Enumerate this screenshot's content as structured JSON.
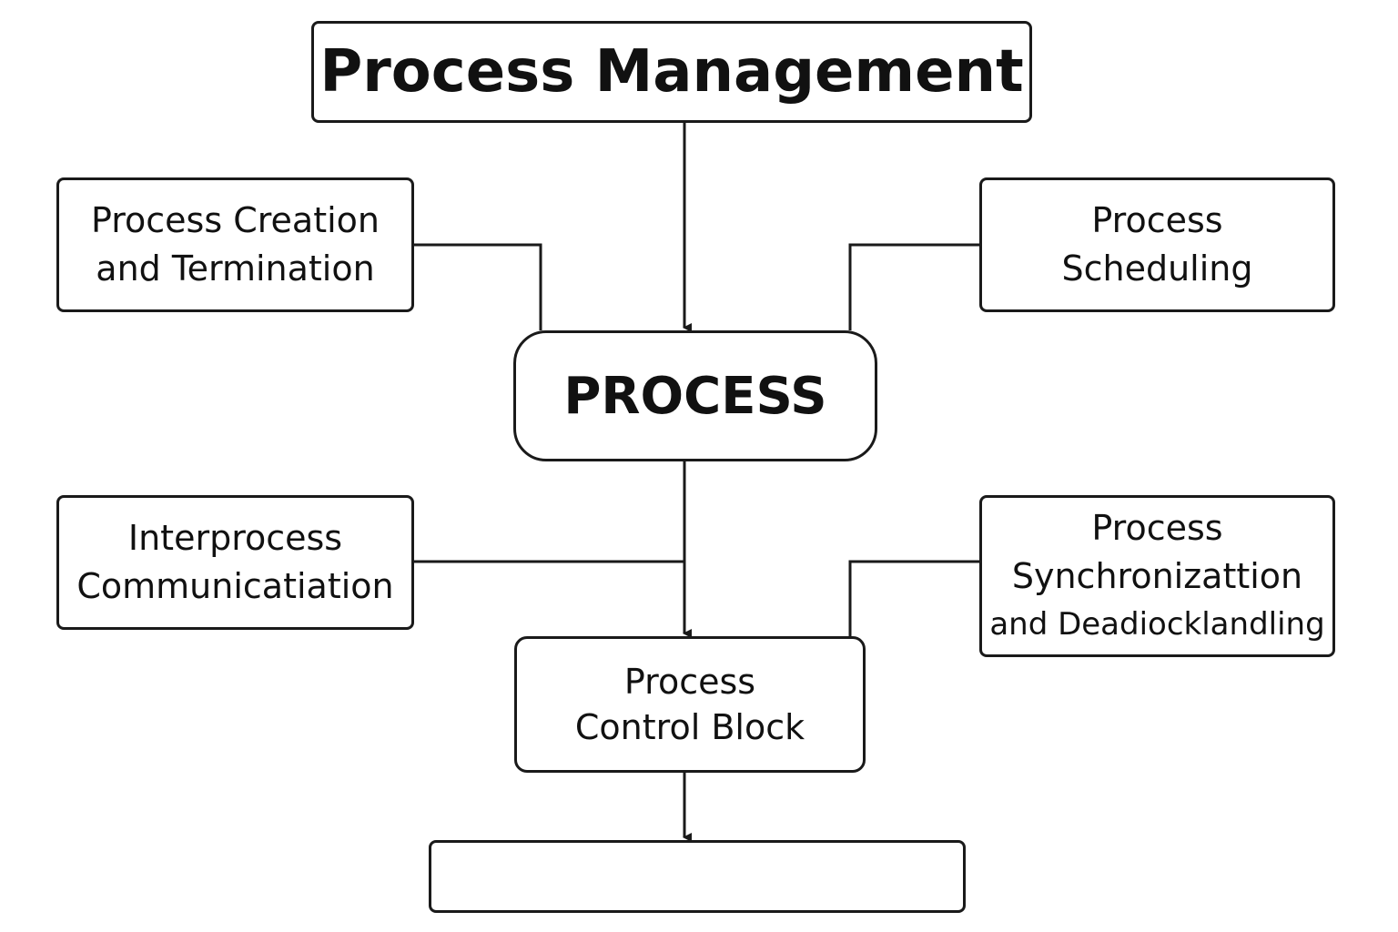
{
  "diagram": {
    "title": "Process Management",
    "center": "PROCESS",
    "creation": {
      "line1": "Process Creation",
      "line2": "and Termination"
    },
    "scheduling": {
      "line1": "Process",
      "line2": "Scheduling"
    },
    "ipc": {
      "line1": "Interprocess",
      "line2": "Communicatiation"
    },
    "sync": {
      "line1": "Process",
      "line2": "Synchronizattion",
      "line3": "and Deadiocklandling"
    },
    "pcb": {
      "line1": "Process",
      "line2": "Control Block"
    },
    "bottom": ""
  },
  "colors": {
    "stroke": "#1a1a1a",
    "background": "#ffffff"
  }
}
